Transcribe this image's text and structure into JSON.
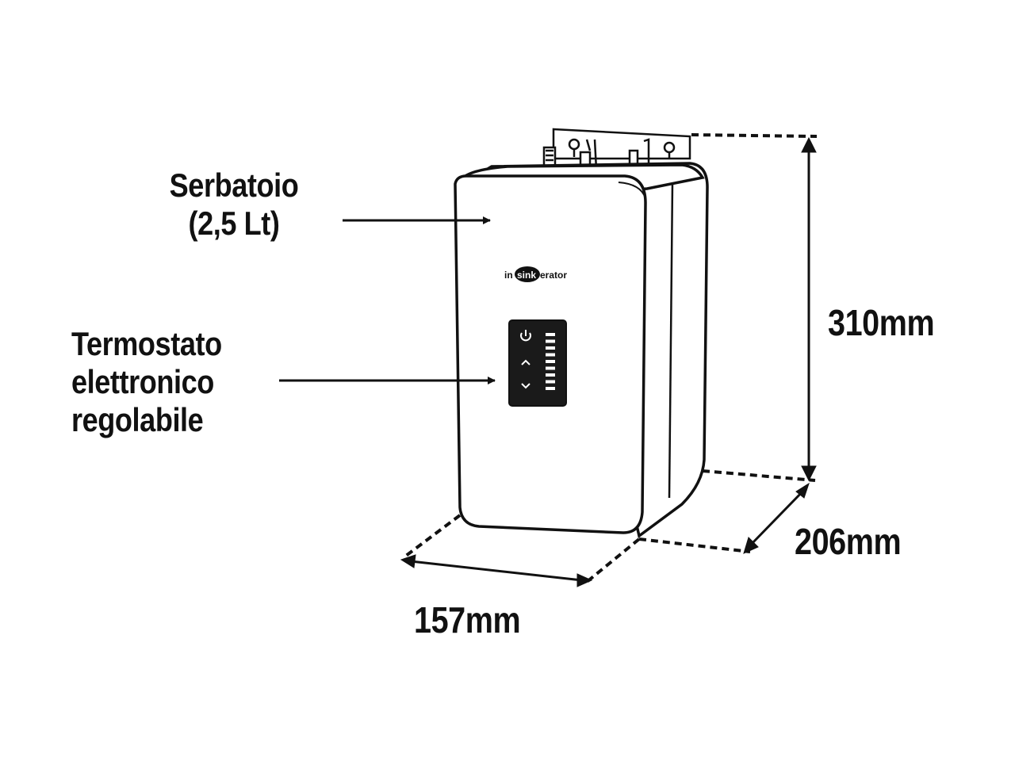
{
  "labels": {
    "tank_line1": "Serbatoio",
    "tank_line2": "(2,5 Lt)",
    "thermostat_line1": "Termostato",
    "thermostat_line2": "elettronico",
    "thermostat_line3": "regolabile"
  },
  "dimensions": {
    "height": "310mm",
    "depth": "206mm",
    "width": "157mm"
  },
  "brand": {
    "prefix": "in",
    "highlight": "sink",
    "suffix": "erator"
  },
  "control_panel": {
    "buttons": [
      "power",
      "up",
      "down"
    ],
    "level_bars": 9
  },
  "colors": {
    "ink": "#111111",
    "panel": "#1a1a1a",
    "background": "#ffffff"
  }
}
